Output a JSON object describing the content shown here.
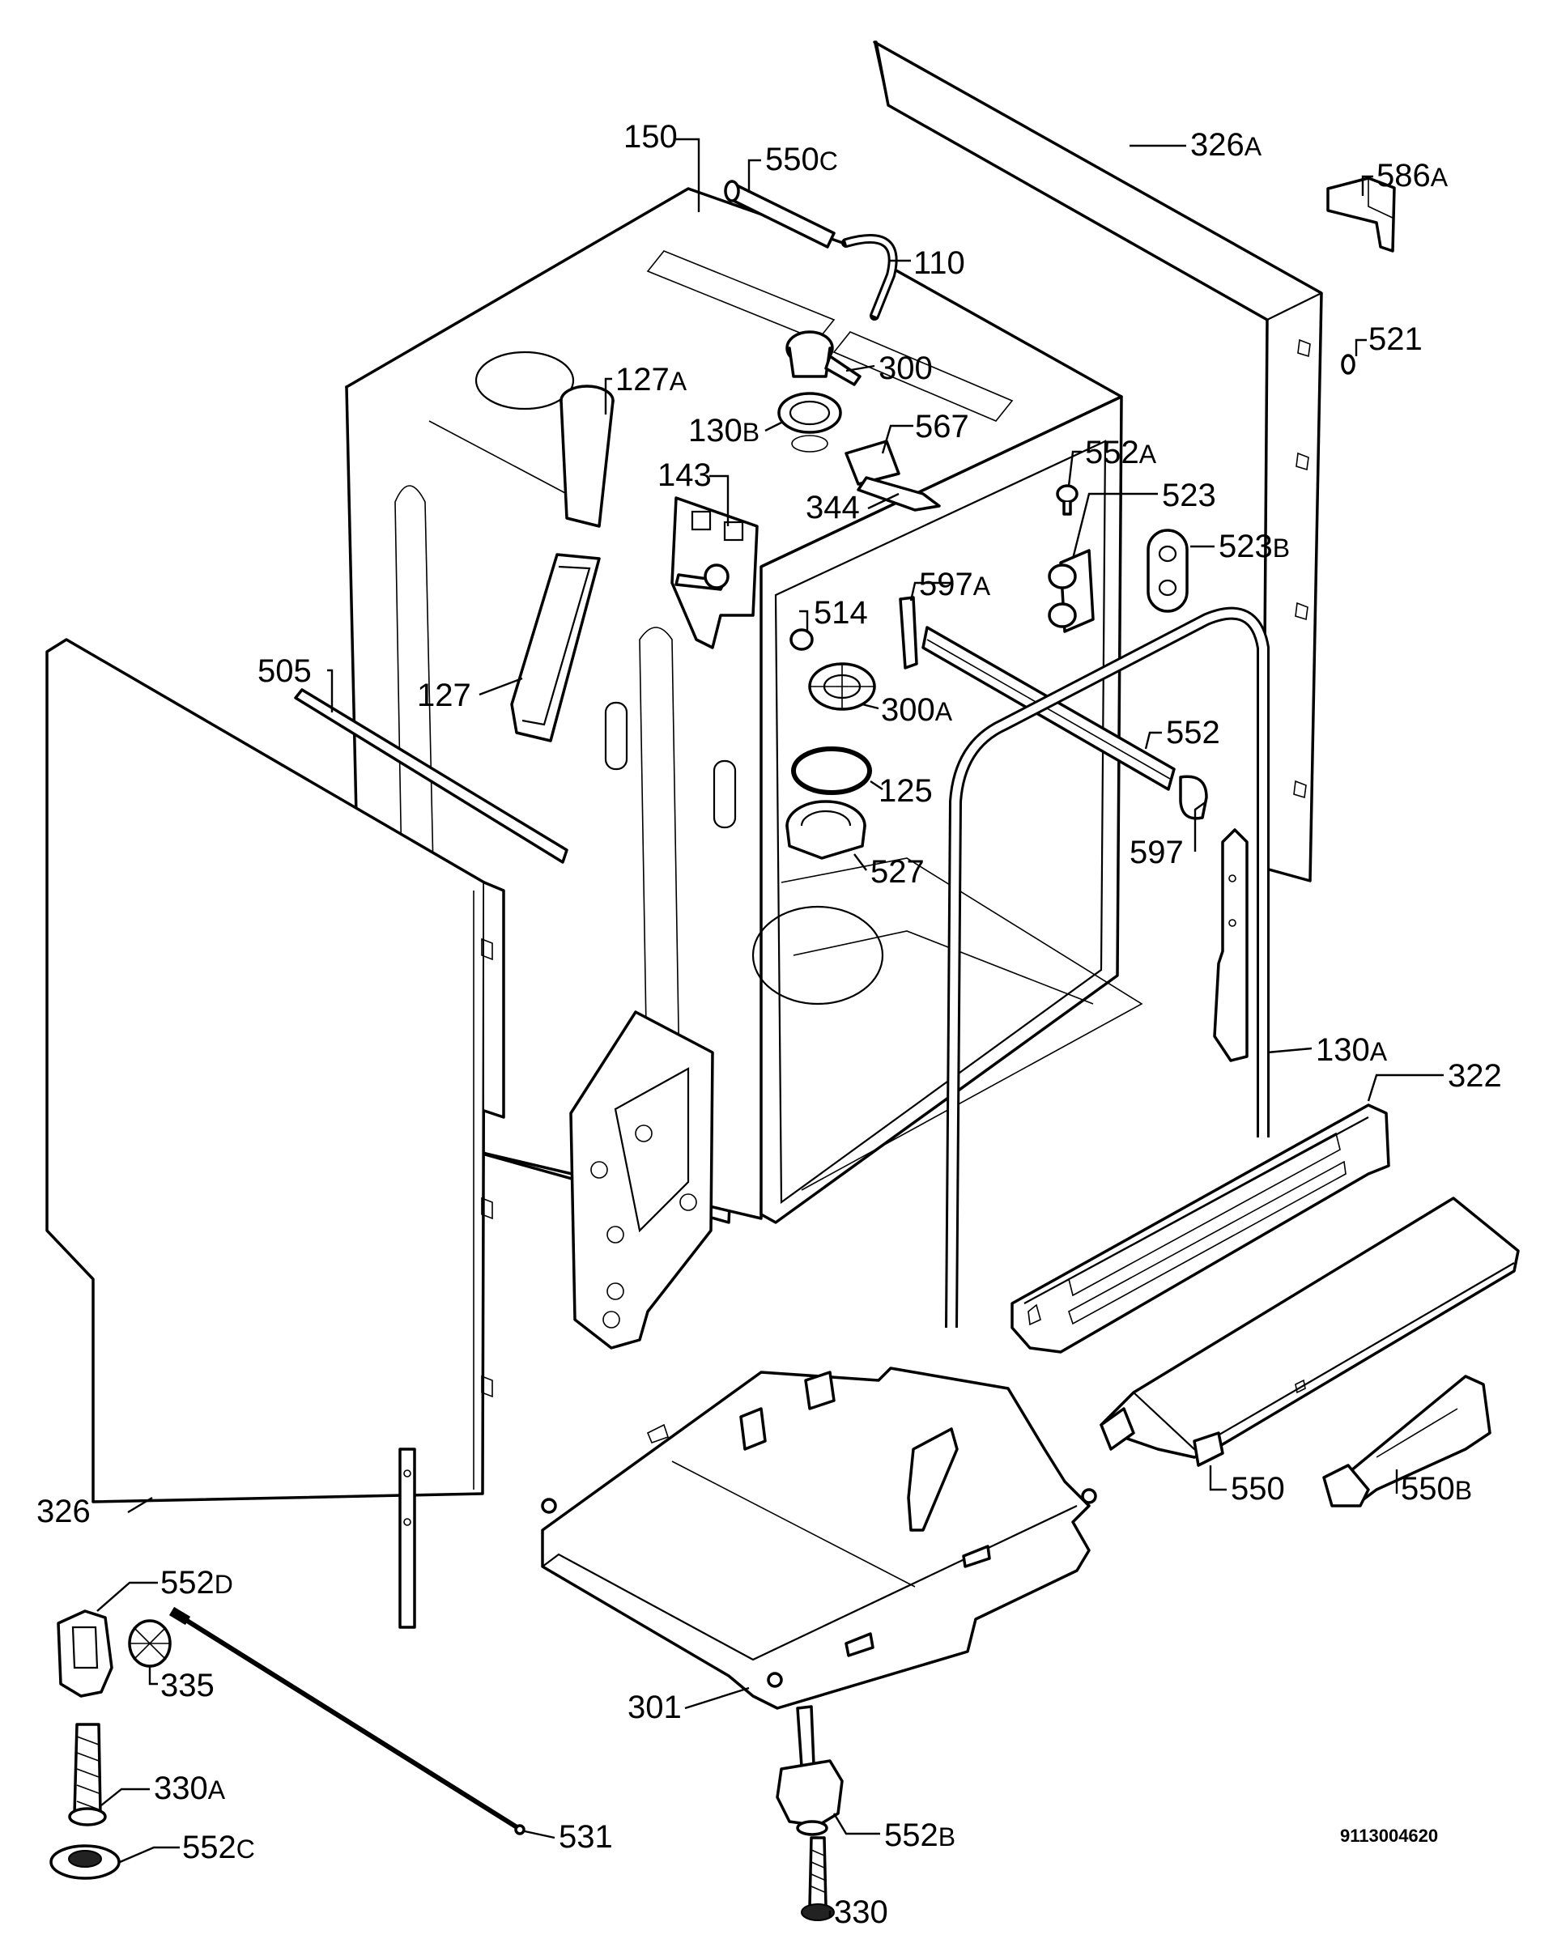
{
  "diagram": {
    "document_number": "9113004620",
    "callouts": [
      {
        "id": "150",
        "main": "150",
        "suffix": ""
      },
      {
        "id": "550C",
        "main": "550",
        "suffix": "C"
      },
      {
        "id": "326A",
        "main": "326",
        "suffix": "A"
      },
      {
        "id": "586A",
        "main": "586",
        "suffix": "A"
      },
      {
        "id": "110",
        "main": "110",
        "suffix": ""
      },
      {
        "id": "521",
        "main": "521",
        "suffix": ""
      },
      {
        "id": "300",
        "main": "300",
        "suffix": ""
      },
      {
        "id": "127A",
        "main": "127",
        "suffix": "A"
      },
      {
        "id": "130B",
        "main": "130",
        "suffix": "B"
      },
      {
        "id": "567",
        "main": "567",
        "suffix": ""
      },
      {
        "id": "552A",
        "main": "552",
        "suffix": "A"
      },
      {
        "id": "143",
        "main": "143",
        "suffix": ""
      },
      {
        "id": "344",
        "main": "344",
        "suffix": ""
      },
      {
        "id": "523",
        "main": "523",
        "suffix": ""
      },
      {
        "id": "523B",
        "main": "523",
        "suffix": "B"
      },
      {
        "id": "597A",
        "main": "597",
        "suffix": "A"
      },
      {
        "id": "514",
        "main": "514",
        "suffix": ""
      },
      {
        "id": "505",
        "main": "505",
        "suffix": ""
      },
      {
        "id": "127",
        "main": "127",
        "suffix": ""
      },
      {
        "id": "300A",
        "main": "300",
        "suffix": "A"
      },
      {
        "id": "552",
        "main": "552",
        "suffix": ""
      },
      {
        "id": "125",
        "main": "125",
        "suffix": ""
      },
      {
        "id": "597",
        "main": "597",
        "suffix": ""
      },
      {
        "id": "527",
        "main": "527",
        "suffix": ""
      },
      {
        "id": "130A",
        "main": "130",
        "suffix": "A"
      },
      {
        "id": "322",
        "main": "322",
        "suffix": ""
      },
      {
        "id": "326",
        "main": "326",
        "suffix": ""
      },
      {
        "id": "550",
        "main": "550",
        "suffix": ""
      },
      {
        "id": "550B",
        "main": "550",
        "suffix": "B"
      },
      {
        "id": "552D",
        "main": "552",
        "suffix": "D"
      },
      {
        "id": "335",
        "main": "335",
        "suffix": ""
      },
      {
        "id": "301",
        "main": "301",
        "suffix": ""
      },
      {
        "id": "330A",
        "main": "330",
        "suffix": "A"
      },
      {
        "id": "531",
        "main": "531",
        "suffix": ""
      },
      {
        "id": "552B",
        "main": "552",
        "suffix": "B"
      },
      {
        "id": "552C",
        "main": "552",
        "suffix": "C"
      },
      {
        "id": "330",
        "main": "330",
        "suffix": ""
      }
    ]
  }
}
